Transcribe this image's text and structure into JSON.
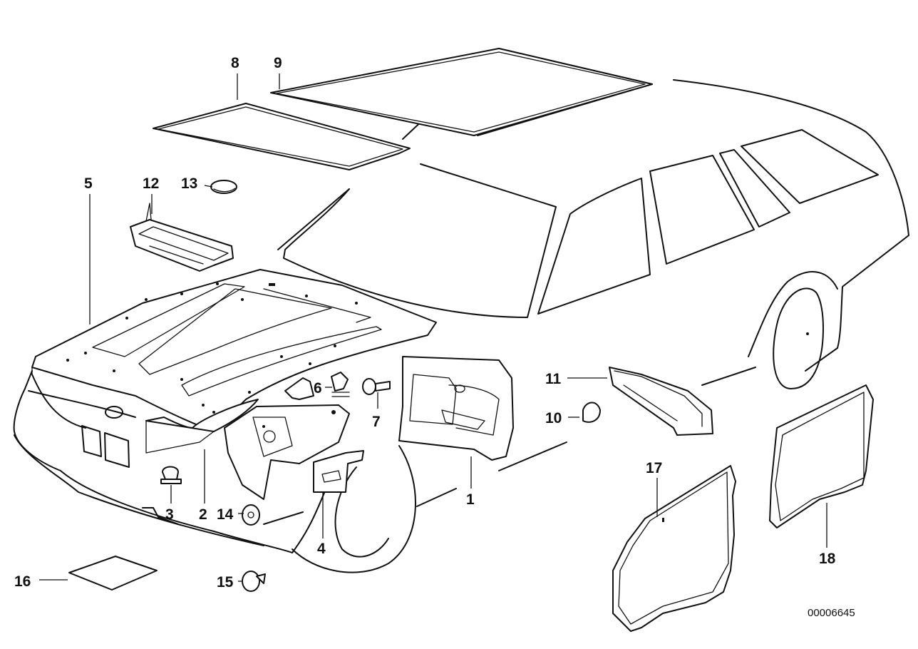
{
  "labels": {
    "p1": "1",
    "p2": "2",
    "p3": "3",
    "p4": "4",
    "p5": "5",
    "p6": "6",
    "p7": "7",
    "p8": "8",
    "p9": "9",
    "p10": "10",
    "p11": "11",
    "p12": "12",
    "p13": "13",
    "p14": "14",
    "p15": "15",
    "p16": "16",
    "p17": "17",
    "p18": "18"
  },
  "reference_number": "00006645"
}
